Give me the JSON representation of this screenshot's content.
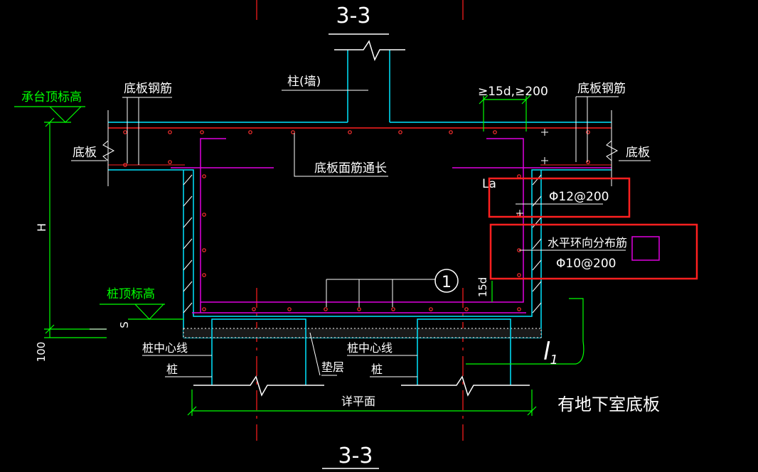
{
  "drawing": {
    "title_top": "3-3",
    "title_bottom": "3-3",
    "caption": "有地下室底板",
    "colors": {
      "background": "#000000",
      "concrete_outline": "#00e5ff",
      "dimension": "#00ff00",
      "rebar_stirrup": "#ff00ff",
      "axis_red": "#ff2020",
      "label_white": "#ffffff",
      "highlight": "#ff2020"
    }
  },
  "labels": {
    "cap_top_elevation": "承台顶标高",
    "pile_top_elevation": "桩顶标高",
    "slab_rebar_left": "底板钢筋",
    "slab_rebar_right": "底板钢筋",
    "slab_left": "底板",
    "slab_right": "底板",
    "column_wall": "柱(墙)",
    "anchor_dim": "≥15d,≥200",
    "top_rebar_continuous": "底板面筋通长",
    "la": "La",
    "height": "H",
    "dim_100": "100",
    "s_mark": "S",
    "dim_15d": "15d",
    "pile_center_left": "桩中心线",
    "pile_left": "桩",
    "cushion": "垫层",
    "pile_center_right": "桩中心线",
    "pile_right": "桩",
    "plan_detail": "详平面",
    "l1_main": "l",
    "l1_sub": "1",
    "circle_number": "1"
  },
  "callouts": {
    "rebar_vertical": "Φ12@200",
    "horizontal_ring_title": "水平环向分布筋",
    "horizontal_ring_spec": "Φ10@200"
  }
}
